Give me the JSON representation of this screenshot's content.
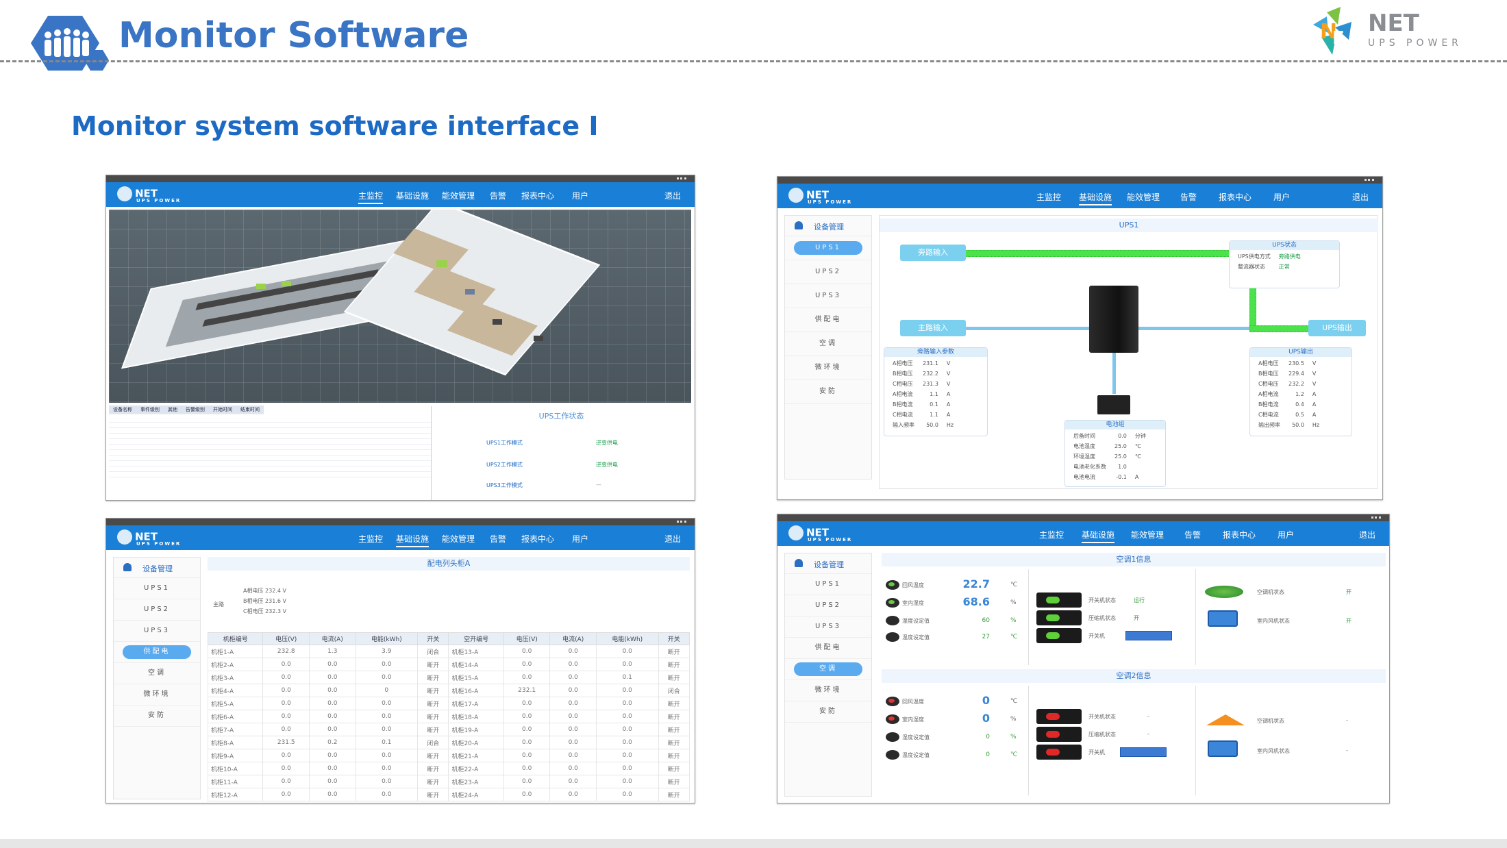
{
  "slide": {
    "title": "Monitor Software",
    "subtitle": "Monitor system software interface I",
    "brand": {
      "name": "NET",
      "tagline": "UPS POWER"
    }
  },
  "app": {
    "logo_text": "NET",
    "logo_sub": "UPS POWER",
    "nav": [
      "主监控",
      "基础设施",
      "能效管理",
      "告警",
      "报表中心",
      "用户"
    ],
    "exit": "退出",
    "sidebar_header": "设备管理",
    "sidebar_items": [
      "UPS1",
      "UPS2",
      "UPS3",
      "供配电",
      "空调",
      "微环境",
      "安防"
    ]
  },
  "panel_a": {
    "state_title": "UPS工作状态",
    "table_headers": [
      "设备名称",
      "事件级别",
      "其他",
      "告警级别",
      "开始时间",
      "结束时间"
    ],
    "states": [
      {
        "label": "UPS1工作模式",
        "value": "逆变供电"
      },
      {
        "label": "UPS2工作模式",
        "value": "逆变供电"
      },
      {
        "label": "UPS3工作模式",
        "value": "—"
      }
    ]
  },
  "panel_b": {
    "title": "UPS1",
    "bypass_input": "旁路输入",
    "main_input": "主路输入",
    "ups_output": "UPS输出",
    "status_box": {
      "title": "UPS状态",
      "rows": [
        [
          "UPS供电方式",
          "旁路供电"
        ],
        [
          "整流器状态",
          "正常"
        ]
      ]
    },
    "input_box": {
      "title": "旁路输入参数",
      "rows": [
        [
          "A相电压",
          "231.1",
          "V"
        ],
        [
          "B相电压",
          "232.2",
          "V"
        ],
        [
          "C相电压",
          "231.3",
          "V"
        ],
        [
          "A相电流",
          "1.1",
          "A"
        ],
        [
          "B相电流",
          "0.1",
          "A"
        ],
        [
          "C相电流",
          "1.1",
          "A"
        ],
        [
          "输入频率",
          "50.0",
          "Hz"
        ]
      ]
    },
    "battery_box": {
      "title": "电池组",
      "rows": [
        [
          "后备时间",
          "0.0",
          "分钟"
        ],
        [
          "电池温度",
          "25.0",
          "℃"
        ],
        [
          "环境温度",
          "25.0",
          "℃"
        ],
        [
          "电池老化系数",
          "1.0",
          ""
        ],
        [
          "电池电流",
          "-0.1",
          "A"
        ]
      ]
    },
    "output_box": {
      "title": "UPS输出",
      "rows": [
        [
          "A相电压",
          "230.5",
          "V"
        ],
        [
          "B相电压",
          "229.4",
          "V"
        ],
        [
          "C相电压",
          "232.2",
          "V"
        ],
        [
          "A相电流",
          "1.2",
          "A"
        ],
        [
          "B相电流",
          "0.4",
          "A"
        ],
        [
          "C相电流",
          "0.5",
          "A"
        ],
        [
          "输出频率",
          "50.0",
          "Hz"
        ]
      ]
    }
  },
  "panel_c": {
    "title": "配电列头柜A",
    "main_label": "主路",
    "summary": [
      [
        "A相电压",
        "232.4",
        "V"
      ],
      [
        "B相电压",
        "231.6",
        "V"
      ],
      [
        "C相电压",
        "232.3",
        "V"
      ]
    ],
    "headers": [
      "机柜编号",
      "电压(V)",
      "电流(A)",
      "电能(kWh)",
      "开关",
      "空开编号",
      "电压(V)",
      "电流(A)",
      "电能(kWh)",
      "开关"
    ],
    "rows": [
      [
        "机柜1-A",
        "232.8",
        "1.3",
        "3.9",
        "闭合",
        "机柜13-A",
        "0.0",
        "0.0",
        "0.0",
        "断开"
      ],
      [
        "机柜2-A",
        "0.0",
        "0.0",
        "0.0",
        "断开",
        "机柜14-A",
        "0.0",
        "0.0",
        "0.0",
        "断开"
      ],
      [
        "机柜3-A",
        "0.0",
        "0.0",
        "0.0",
        "断开",
        "机柜15-A",
        "0.0",
        "0.0",
        "0.1",
        "断开"
      ],
      [
        "机柜4-A",
        "0.0",
        "0.0",
        "0",
        "断开",
        "机柜16-A",
        "232.1",
        "0.0",
        "0.0",
        "闭合"
      ],
      [
        "机柜5-A",
        "0.0",
        "0.0",
        "0.0",
        "断开",
        "机柜17-A",
        "0.0",
        "0.0",
        "0.0",
        "断开"
      ],
      [
        "机柜6-A",
        "0.0",
        "0.0",
        "0.0",
        "断开",
        "机柜18-A",
        "0.0",
        "0.0",
        "0.0",
        "断开"
      ],
      [
        "机柜7-A",
        "0.0",
        "0.0",
        "0.0",
        "断开",
        "机柜19-A",
        "0.0",
        "0.0",
        "0.0",
        "断开"
      ],
      [
        "机柜8-A",
        "231.5",
        "0.2",
        "0.1",
        "闭合",
        "机柜20-A",
        "0.0",
        "0.0",
        "0.0",
        "断开"
      ],
      [
        "机柜9-A",
        "0.0",
        "0.0",
        "0.0",
        "断开",
        "机柜21-A",
        "0.0",
        "0.0",
        "0.0",
        "断开"
      ],
      [
        "机柜10-A",
        "0.0",
        "0.0",
        "0.0",
        "断开",
        "机柜22-A",
        "0.0",
        "0.0",
        "0.0",
        "断开"
      ],
      [
        "机柜11-A",
        "0.0",
        "0.0",
        "0.0",
        "断开",
        "机柜23-A",
        "0.0",
        "0.0",
        "0.0",
        "断开"
      ],
      [
        "机柜12-A",
        "0.0",
        "0.0",
        "0.0",
        "断开",
        "机柜24-A",
        "0.0",
        "0.0",
        "0.0",
        "断开"
      ]
    ]
  },
  "panel_d": {
    "ac1_title": "空调1信息",
    "ac2_title": "空调2信息",
    "ac1": {
      "return_temp_label": "回风温度",
      "return_temp": "22.7",
      "temp_unit": "℃",
      "humidity_label": "室内湿度",
      "humidity": "68.6",
      "humidity_unit": "%",
      "set_hum_label": "湿度设定值",
      "set_hum": "60",
      "set_temp_label": "温度设定值",
      "set_temp": "27",
      "switch_label": "开关机状态",
      "switch_value": "运行",
      "comp_label": "压缩机状态",
      "comp_value": "开",
      "onoff_label": "开关机",
      "alarm_label": "空调机状态",
      "alarm_value": "开",
      "fan_label": "室内风机状态",
      "fan_value": "开"
    },
    "ac2": {
      "return_temp_label": "回风温度",
      "return_temp": "0",
      "temp_unit": "℃",
      "humidity_label": "室内湿度",
      "humidity": "0",
      "humidity_unit": "%",
      "set_hum_label": "湿度设定值",
      "set_hum": "0",
      "set_temp_label": "温度设定值",
      "set_temp": "0",
      "switch_label": "开关机状态",
      "switch_value": "-",
      "comp_label": "压缩机状态",
      "comp_value": "-",
      "onoff_label": "开关机",
      "alarm_label": "空调机状态",
      "alarm_value": "-",
      "fan_label": "室内风机状态",
      "fan_value": "-"
    }
  }
}
